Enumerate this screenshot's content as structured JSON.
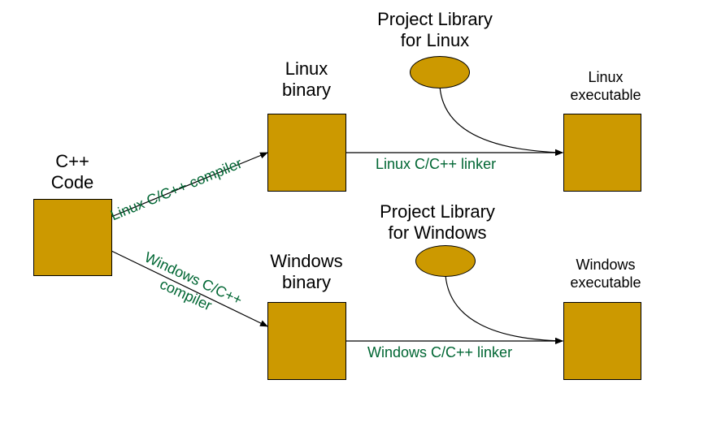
{
  "nodes": {
    "cpp_code": {
      "line1": "C++",
      "line2": "Code"
    },
    "linux_binary": {
      "line1": "Linux",
      "line2": "binary"
    },
    "windows_binary": {
      "line1": "Windows",
      "line2": "binary"
    },
    "linux_executable": {
      "line1": "Linux",
      "line2": "executable"
    },
    "windows_executable": {
      "line1": "Windows",
      "line2": "executable"
    },
    "project_library_linux": {
      "line1": "Project Library",
      "line2": "for Linux"
    },
    "project_library_windows": {
      "line1": "Project Library",
      "line2": "for Windows"
    }
  },
  "edges": {
    "linux_compiler": "Linux C/C++ compiler",
    "windows_compiler_line1": "Windows C/C++",
    "windows_compiler_line2": "compiler",
    "linux_linker": "Linux C/C++ linker",
    "windows_linker": "Windows C/C++ linker"
  },
  "colors": {
    "box_fill": "#cc9900",
    "edge_label": "#006633",
    "line": "#000000"
  }
}
